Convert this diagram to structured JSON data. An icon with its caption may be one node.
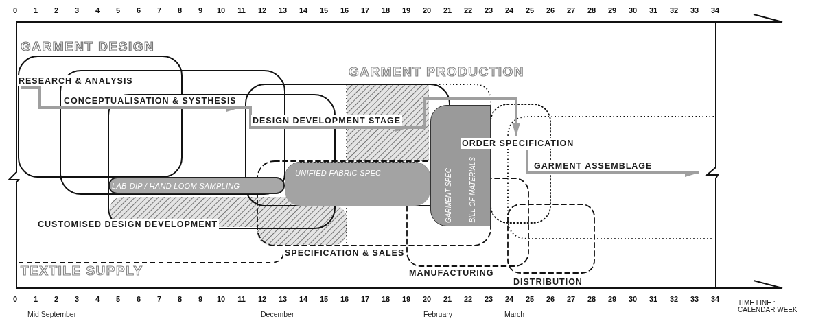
{
  "diagram": {
    "nodes": [
      {
        "text": [
          "RESEARCH & ANALYSIS"
        ]
      },
      {
        "text": [
          "CONCEPTUALISATION & SYSTHESIS"
        ]
      },
      {
        "text": [
          "DESIGN DEVELOPMENT STAGE"
        ]
      },
      {
        "text": [
          "ORDER SPECIFICATION"
        ]
      },
      {
        "text": [
          "GARMENT ASSEMBLAGE"
        ]
      },
      {
        "text": [
          "UNIFIED FABRIC SPEC"
        ]
      },
      {
        "text": [
          "LAB-DIP / HAND LOOM SAMPLING"
        ]
      },
      {
        "text": [
          "GARMENT SPEC",
          "BILL OF MATERIALS"
        ]
      },
      {
        "text": [
          "CUSTOMISED DESIGN DEVELOPMENT"
        ]
      },
      {
        "text": [
          "SPECIFICATION & SALES"
        ]
      },
      {
        "text": [
          "MANUFACTURING"
        ]
      },
      {
        "text": [
          "DISTRIBUTION"
        ]
      }
    ],
    "edges": [
      {
        "from": 0,
        "to": 1,
        "arrow": "to"
      },
      {
        "from": 1,
        "to": 2,
        "arrow": "to"
      },
      {
        "from": 2,
        "to": 3,
        "arrow": "to"
      },
      {
        "from": 3,
        "to": 4,
        "arrow": "to"
      }
    ],
    "labels": [
      "0",
      "1",
      "2",
      "3",
      "4",
      "5",
      "6",
      "7",
      "8",
      "9",
      "10",
      "11",
      "12",
      "13",
      "14",
      "15",
      "16",
      "17",
      "18",
      "19",
      "20",
      "21",
      "22",
      "23",
      "24",
      "25",
      "26",
      "27",
      "28",
      "29",
      "30",
      "31",
      "32",
      "33",
      "34",
      "GARMENT DESIGN",
      "GARMENT PRODUCTION",
      "TEXTILE SUPPLY",
      "0",
      "1",
      "2",
      "3",
      "4",
      "5",
      "6",
      "7",
      "8",
      "9",
      "10",
      "11",
      "12",
      "13",
      "14",
      "15",
      "16",
      "17",
      "18",
      "19",
      "20",
      "21",
      "22",
      "23",
      "24",
      "25",
      "26",
      "27",
      "28",
      "29",
      "30",
      "31",
      "32",
      "33",
      "34",
      "Mid September",
      "December",
      "February",
      "March",
      "TIME LINE : CALENDAR WEEK"
    ]
  }
}
